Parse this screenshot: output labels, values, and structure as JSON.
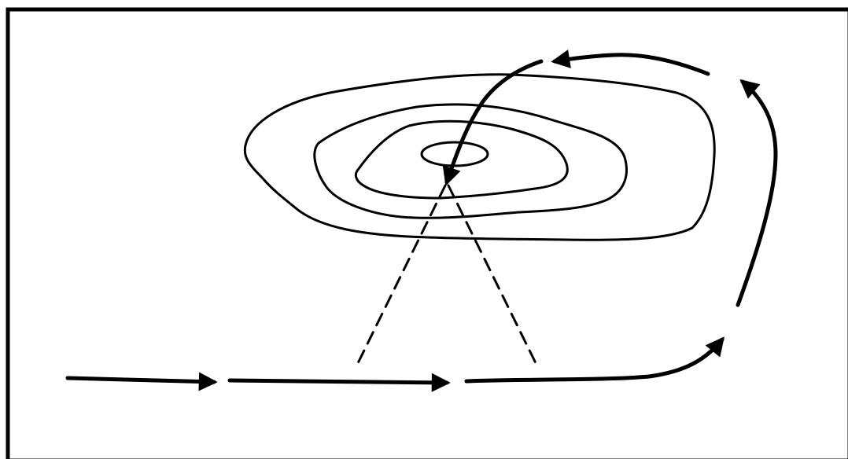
{
  "figure": {
    "colors": {
      "background": "#ffffff",
      "ink": "#000000"
    },
    "contour_count": 4,
    "dashed_guide_count": 2,
    "arrow_segments_count": 6
  }
}
